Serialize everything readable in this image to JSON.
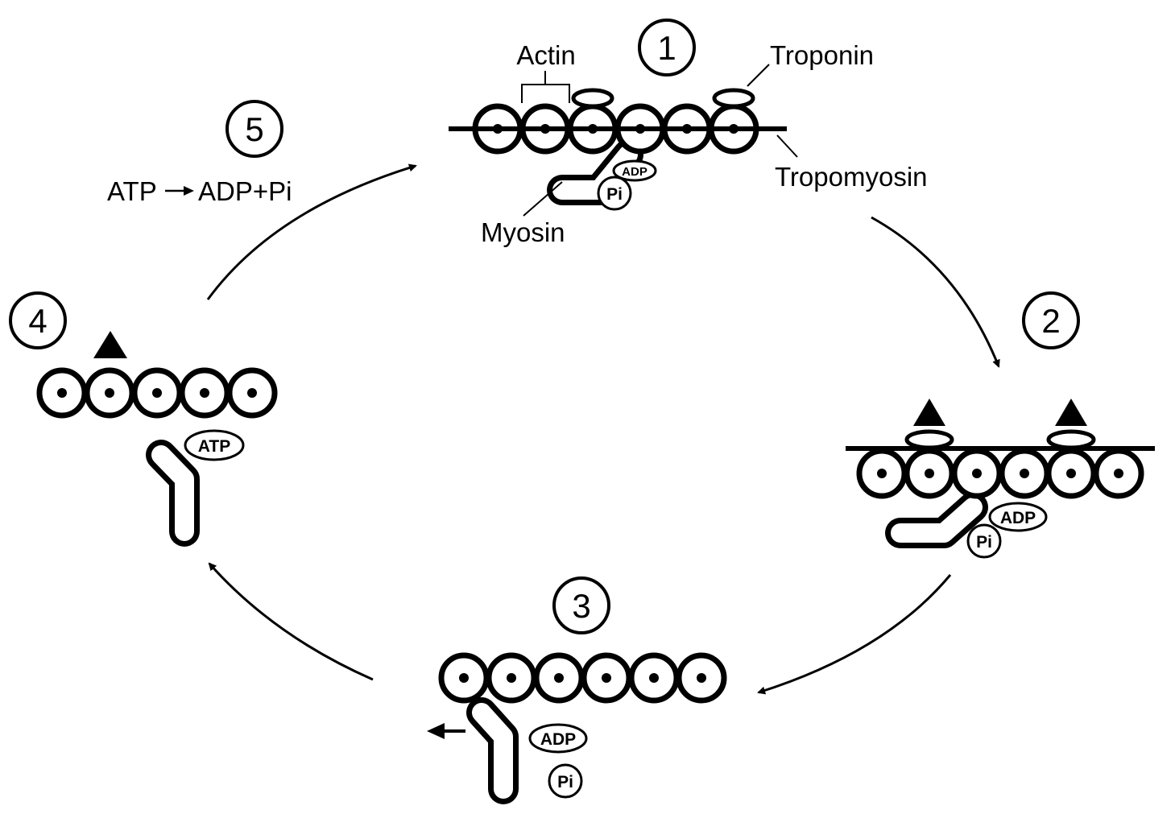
{
  "colors": {
    "stroke": "#000000",
    "background": "#ffffff"
  },
  "steps": {
    "s1": {
      "number": "1"
    },
    "s2": {
      "number": "2"
    },
    "s3": {
      "number": "3"
    },
    "s4": {
      "number": "4"
    },
    "s5": {
      "number": "5"
    }
  },
  "labels": {
    "actin": "Actin",
    "troponin": "Troponin",
    "tropomyosin": "Tropomyosin",
    "myosin": "Myosin",
    "hydrolysis": {
      "atp": "ATP",
      "arrow": "→",
      "products": "ADP+Pi"
    }
  },
  "badges": {
    "adp": "ADP",
    "pi": "Pi",
    "atp": "ATP"
  },
  "icons": {
    "cycle_arrows": "curved-arrow-icon",
    "calcium": "triangle-icon",
    "direction": "left-arrow-icon"
  }
}
